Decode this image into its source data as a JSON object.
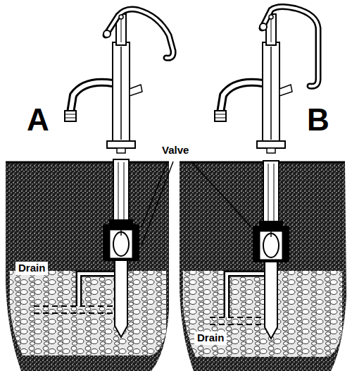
{
  "diagram": {
    "labels": [
      "A",
      "B",
      "Valve",
      "Drain",
      "Drain"
    ]
  }
}
